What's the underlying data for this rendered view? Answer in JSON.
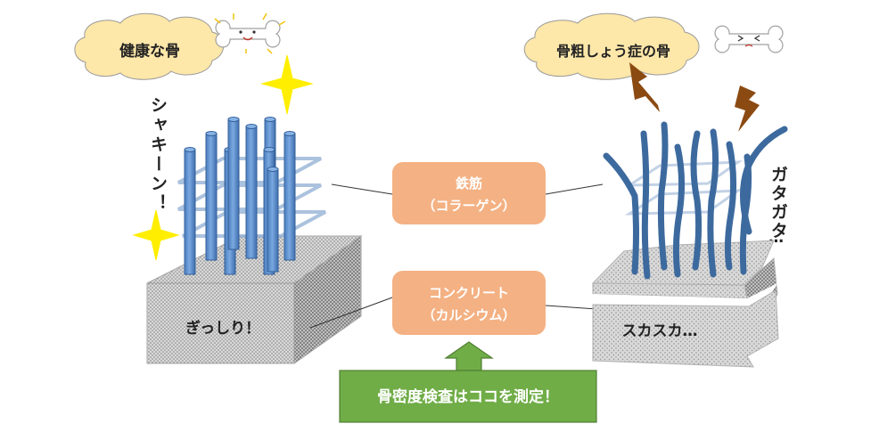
{
  "healthy": {
    "title": "健康な骨",
    "shine": "シャキーン！",
    "dense": "ぎっしり！"
  },
  "osteo": {
    "title": "骨粗しょう症の骨",
    "wobble_1": "ガタガタ",
    "wobble_2": "…",
    "sparse": "スカスカ…"
  },
  "labels": {
    "rebar_1": "鉄筋",
    "rebar_2": "（コラーゲン）",
    "concrete_1": "コンクリート",
    "concrete_2": "（カルシウム）"
  },
  "callout": {
    "text": "骨密度検査はココを測定！"
  },
  "colors": {
    "rod": "#5b8fd0",
    "rod_dark": "#3d6a9e",
    "label_box": "#f4b183",
    "callout": "#70ad47",
    "cloud": "#fde7a9",
    "sparkle": "#ffee00",
    "bolt": "#8b4a12"
  }
}
